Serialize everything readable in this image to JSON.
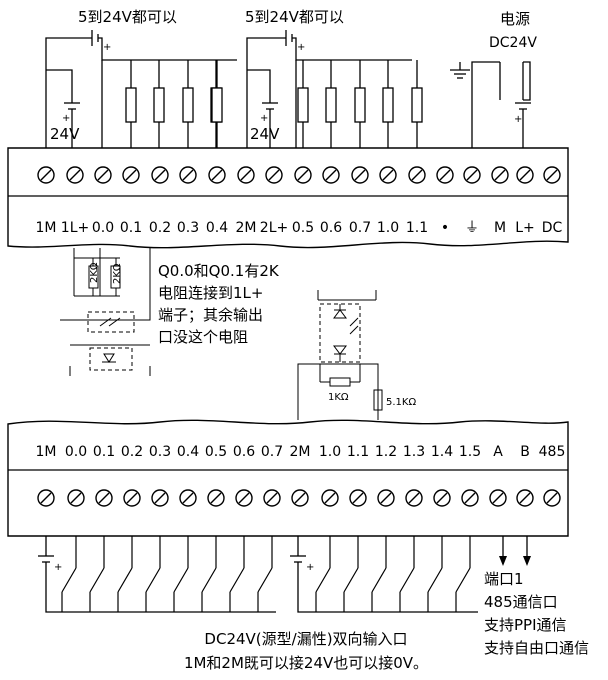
{
  "top_left_supply_label": "5到24V都可以",
  "top_mid_supply_label": "5到24V都可以",
  "power_title": "电源",
  "power_voltage": "DC24V",
  "battery_left_label": "24V",
  "battery_mid_label": "24V",
  "output_terminals": [
    "1M",
    "1L+",
    "0.0",
    "0.1",
    "0.2",
    "0.3",
    "0.4",
    "2M",
    "2L+",
    "0.5",
    "0.6",
    "0.7",
    "1.0",
    "1.1",
    "•",
    "⏚",
    "M",
    "L+",
    "DC"
  ],
  "input_terminals": [
    "1M",
    "0.0",
    "0.1",
    "0.2",
    "0.3",
    "0.4",
    "0.5",
    "0.6",
    "0.7",
    "2M",
    "1.0",
    "1.1",
    "1.2",
    "1.3",
    "1.4",
    "1.5",
    "A",
    "B",
    "485"
  ],
  "resistor_2k_a": "2KΩ",
  "resistor_2k_b": "2KΩ",
  "note_lines": [
    "Q0.0和Q0.1有2K",
    "电阻连接到1L+",
    "端子；其余输出",
    "口没这个电阻"
  ],
  "resistor_1k": "1KΩ",
  "resistor_5k": "5.1KΩ",
  "port_lines": [
    "端口1",
    "485通信口",
    "支持PPI通信",
    "支持自由口通信"
  ],
  "bottom_lines": [
    "DC24V(源型/漏性)双向输入口",
    "1M和2M既可以接24V也可以接0V。"
  ]
}
